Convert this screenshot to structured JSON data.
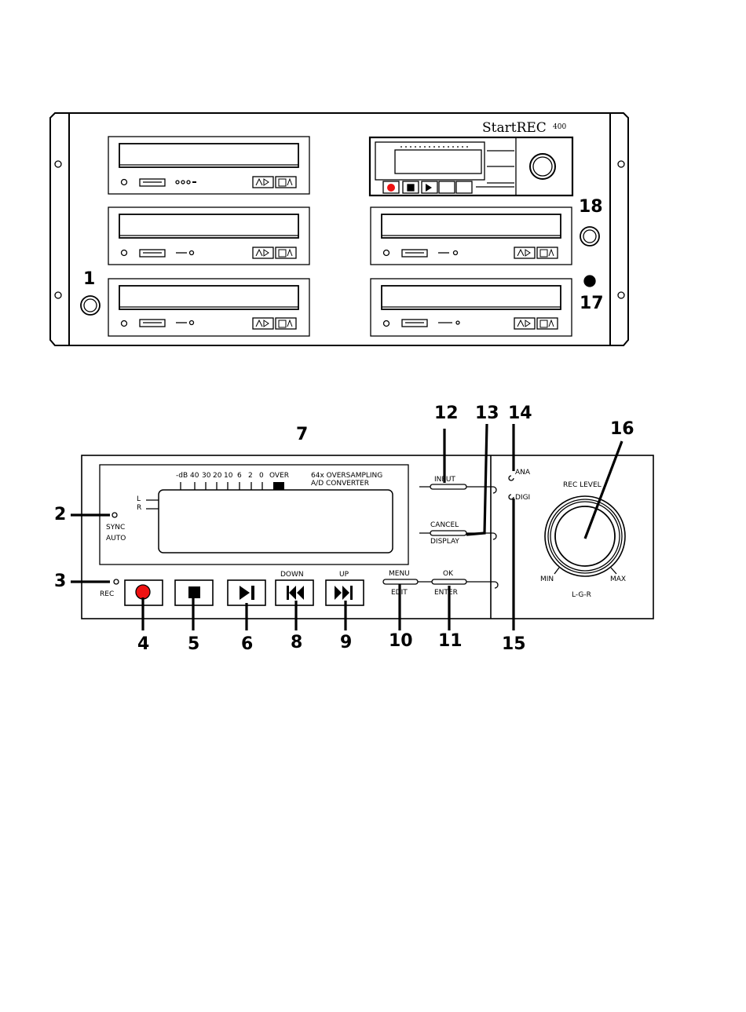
{
  "rack": {
    "brand": "StartREC",
    "model": "400"
  },
  "callouts": [
    "1",
    "2",
    "3",
    "4",
    "5",
    "6",
    "7",
    "8",
    "9",
    "10",
    "11",
    "12",
    "13",
    "14",
    "15",
    "16",
    "17",
    "18"
  ],
  "front_panel": {
    "meter_scale": [
      "-dB",
      "40",
      "30",
      "20",
      "10",
      "6",
      "2",
      "0",
      "OVER"
    ],
    "converter_line1": "64x OVERSAMPLING",
    "converter_line2": "A/D CONVERTER",
    "channel_l": "L",
    "channel_r": "R",
    "sync_label": "SYNC",
    "auto_label": "AUTO",
    "rec_label": "REC",
    "down_label": "DOWN",
    "up_label": "UP",
    "menu_label": "MENU",
    "edit_label": "EDIT",
    "ok_label": "OK",
    "enter_label": "ENTER",
    "input_label": "INPUT",
    "cancel_label": "CANCEL",
    "display_label": "DISPLAY",
    "ana_label": "ANA",
    "digi_label": "DIGI",
    "rec_level_label": "REC LEVEL",
    "min_label": "MIN",
    "max_label": "MAX",
    "balance_label": "L-G-R"
  },
  "colors": {
    "record_button": "#ee1111"
  }
}
